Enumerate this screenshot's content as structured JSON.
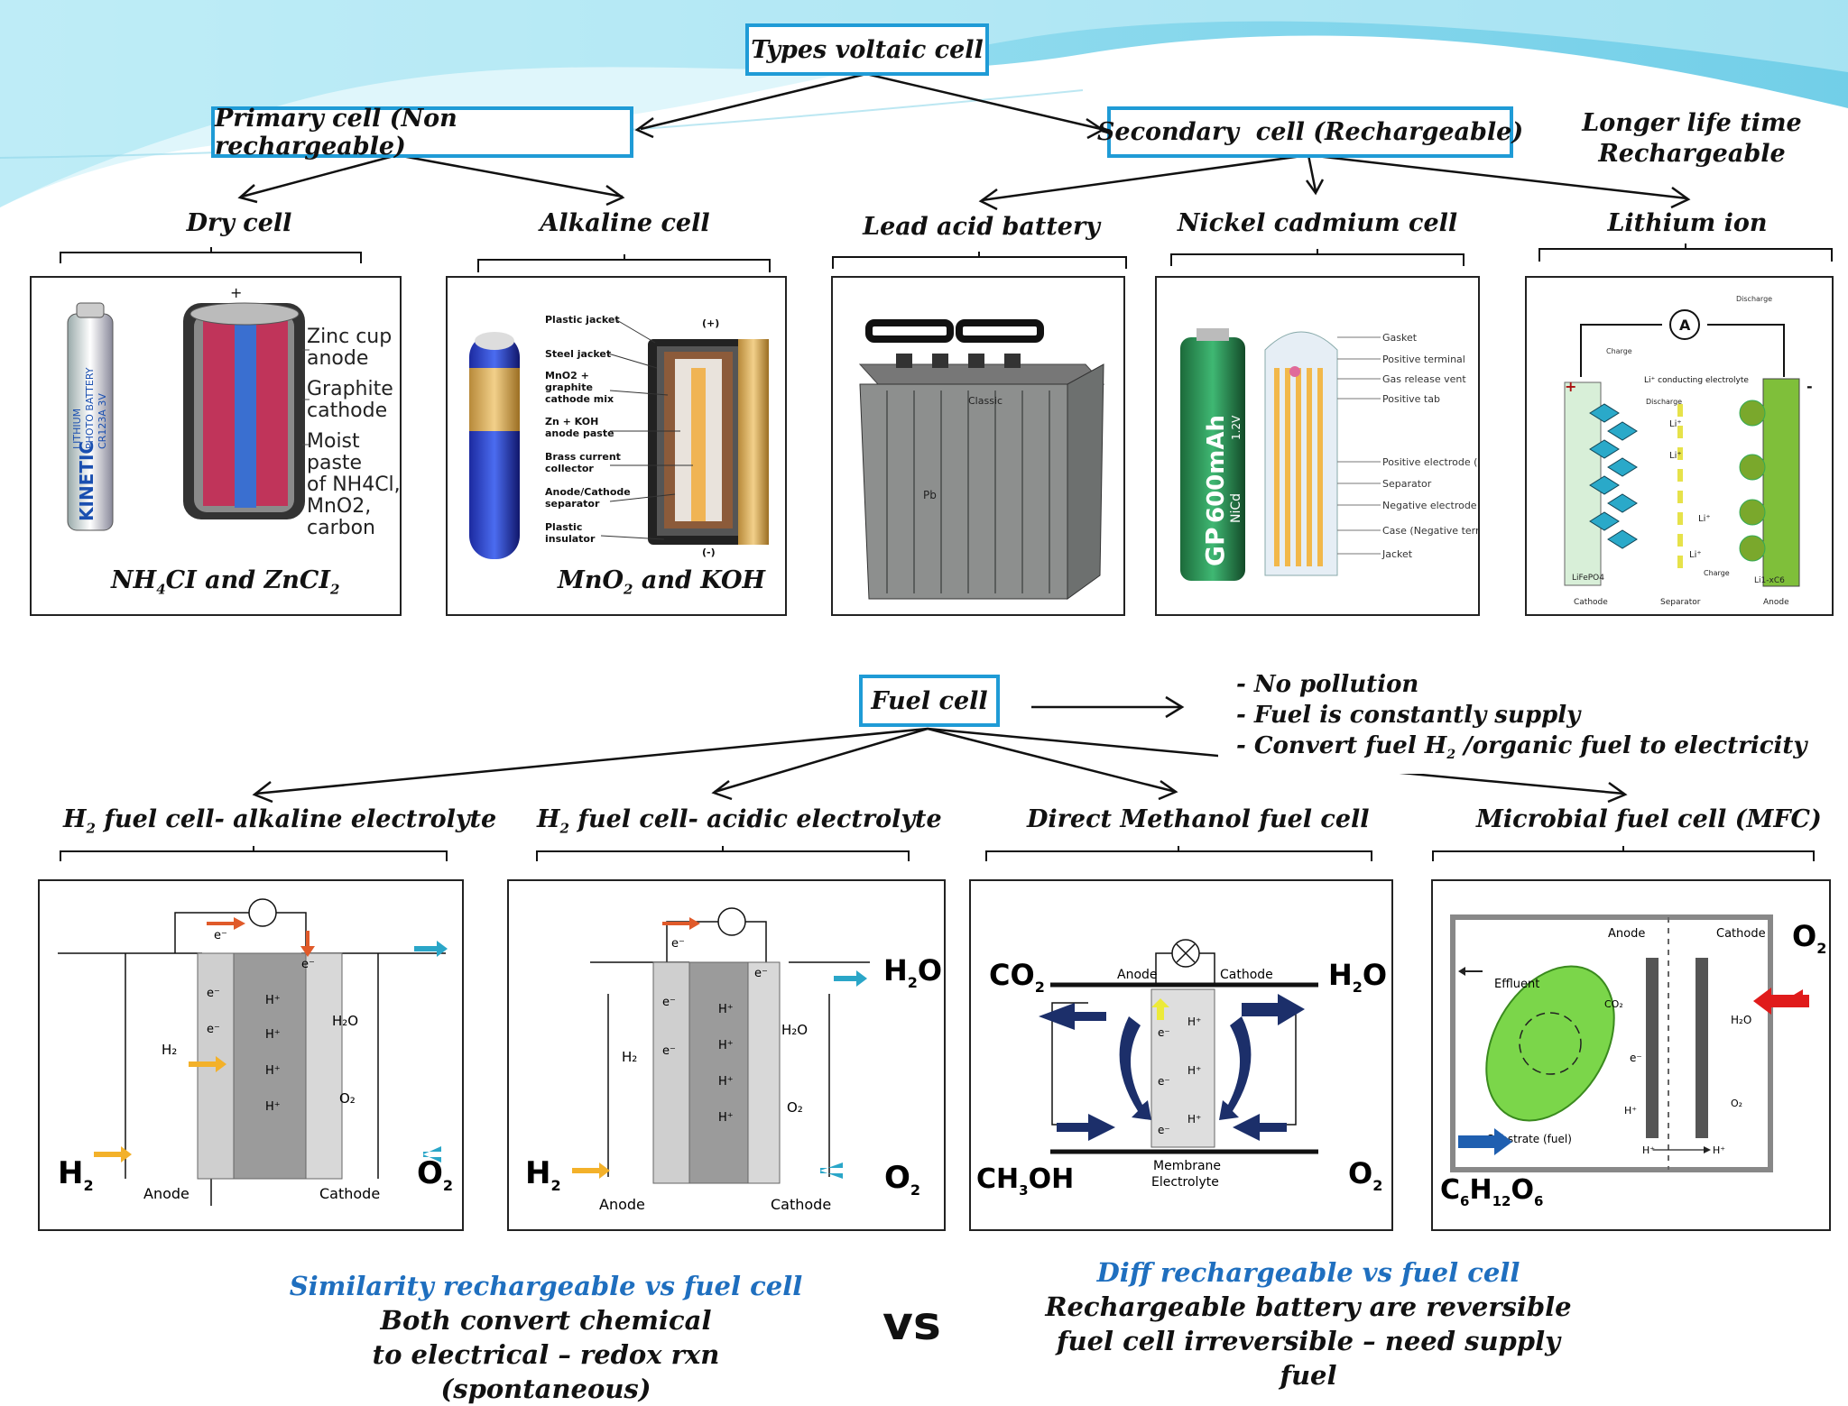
{
  "title": "Types voltaic cell",
  "primary": "Primary cell (Non rechargeable)",
  "secondary": "Secondary  cell (Rechargeable)",
  "secondary_note": [
    "Longer life time",
    "Rechargeable"
  ],
  "primary_types": [
    "Dry cell",
    "Alkaline cell"
  ],
  "secondary_types": [
    "Lead acid battery",
    "Nickel cadmium cell",
    "Lithium ion"
  ],
  "dry_cell": {
    "battery_text": [
      "KINETIC",
      "LITHIUM",
      "PHOTO BATTERY",
      "CR123A 3V"
    ],
    "labels": [
      "+",
      "Zinc cup",
      "anode",
      "Graphite",
      "cathode",
      "Moist",
      "paste",
      "of NH4Cl,",
      "MnO2,",
      "carbon"
    ],
    "caption": {
      "pre": "NH",
      "sub1": "4",
      "mid": "CI and ZnCI",
      "sub2": "2"
    }
  },
  "alkaline": {
    "labels": [
      "Plastic jacket",
      "Steel jacket",
      "MnO2 +",
      "graphite",
      "cathode mix",
      "Zn + KOH",
      "anode paste",
      "Brass current",
      "collector",
      "Anode/Cathode",
      "separator",
      "Plastic",
      "insulator",
      "(+)",
      "(-)"
    ],
    "caption": {
      "pre": "MnO",
      "sub": "2",
      "post": " and KOH"
    }
  },
  "lead_acid": {
    "labels": [
      "Classic",
      "Pb"
    ]
  },
  "nicd": {
    "battery_text": [
      "GP",
      "600mAh",
      "NiCd",
      "1.2V"
    ],
    "labels": [
      "Gasket",
      "Positive terminal",
      "Gas release vent",
      "Positive tab",
      "Positive electrode (NiOOH)",
      "Separator",
      "Negative electrode (Cd)",
      "Case (Negative terminal)",
      "Jacket"
    ]
  },
  "lithium": {
    "labels": [
      "Discharge",
      "Charge",
      "A",
      "Li⁺ conducting electrolyte",
      "Discharge",
      "Li⁺",
      "Li⁺",
      "Li⁺",
      "Li⁺",
      "Charge",
      "LiFePO4",
      "Li1-xC6",
      "Cathode",
      "Separator",
      "Anode",
      "+",
      "-"
    ]
  },
  "fuel_cell": "Fuel cell",
  "fuel_notes": {
    "n1": "- No pollution",
    "n2": "- Fuel is constantly supply",
    "n3_pre": "- Convert fuel H",
    "n3_sub": "2",
    "n3_post": " /organic fuel to electricity"
  },
  "fuel_types": {
    "t1": {
      "pre": "H",
      "sub": "2",
      "post": " fuel cell- alkaline electrolyte"
    },
    "t2": {
      "pre": "H",
      "sub": "2",
      "post": " fuel cell- acidic electrolyte"
    },
    "t3": "Direct Methanol fuel cell",
    "t4": "Microbial fuel cell (MFC)"
  },
  "fc_alkaline": {
    "e": "e⁻",
    "hplus": "H⁺",
    "h2o": "H₂O",
    "o2": "O₂",
    "h2": "H₂",
    "anode": "Anode",
    "cathode": "Cathode",
    "big_h": "H",
    "big_o": "O",
    "sub2": "2"
  },
  "fc_acidic": {
    "e": "e⁻",
    "hplus": "H⁺",
    "h2o": "H₂O",
    "o2": "O₂",
    "h2": "H₂",
    "anode": "Anode",
    "cathode": "Cathode",
    "big_h": "H",
    "big_o": "O",
    "big_h2o_h": "H",
    "big_h2o_o": "O",
    "sub2": "2"
  },
  "fc_methanol": {
    "co": "CO",
    "h2o_h": "H",
    "h2o_o": "O",
    "ch3oh_a": "CH",
    "ch3oh_b": "OH",
    "o": "O",
    "sub2": "2",
    "sub3": "3",
    "anode": "Anode",
    "cathode": "Cathode",
    "membrane": "Membrane",
    "electrolyte": "Electrolyte",
    "e": "e⁻",
    "hplus": "H⁺"
  },
  "fc_microbial": {
    "anode": "Anode",
    "cathode": "Cathode",
    "effluent": "Effluent",
    "co2": "CO₂",
    "h2o": "H₂O",
    "e": "e⁻",
    "hplus": "H⁺",
    "o2s": "O₂",
    "substrate": "Substrate (fuel)",
    "big_o": "O",
    "sub2": "2",
    "c": "C",
    "c_sub": "6",
    "h": "H",
    "h_sub": "12",
    "o": "O",
    "o_sub": "6"
  },
  "similarity": {
    "title": "Similarity rechargeable vs fuel cell",
    "l1": "Both convert chemical",
    "l2": "to electrical – redox rxn (spontaneous)"
  },
  "vs": "vs",
  "diff": {
    "title": "Diff rechargeable vs fuel cell",
    "l1": "Rechargeable battery are reversible",
    "l2": "fuel cell irreversible – need supply fuel"
  },
  "colors": {
    "accent_box": "#1f9bd6",
    "blue_text": "#1f6fbf",
    "wave": "#7fd6ea"
  }
}
